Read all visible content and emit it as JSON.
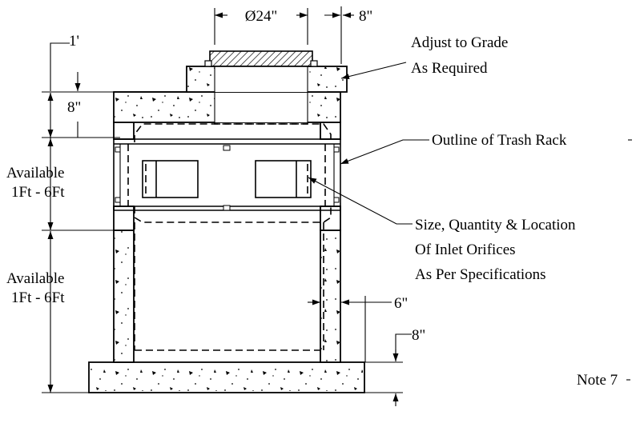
{
  "dimensions": {
    "pipe_diameter": "Ø24\"",
    "riser_offset": "8\"",
    "top_one_foot": "1'",
    "slab_thickness": "8\"",
    "side_wall": "6\"",
    "base_thickness": "8\""
  },
  "section_labels": {
    "upper_available_line1": "Available",
    "upper_available_line2": "1Ft - 6Ft",
    "lower_available_line1": "Available",
    "lower_available_line2": "1Ft - 6Ft"
  },
  "callouts": {
    "adjust_line1": "Adjust to Grade",
    "adjust_line2": "As Required",
    "trash_rack": "Outline of Trash Rack",
    "orifices_line1": "Size, Quantity & Location",
    "orifices_line2": "Of Inlet Orifices",
    "orifices_line3": "As Per Specifications"
  },
  "note": "Note 7"
}
